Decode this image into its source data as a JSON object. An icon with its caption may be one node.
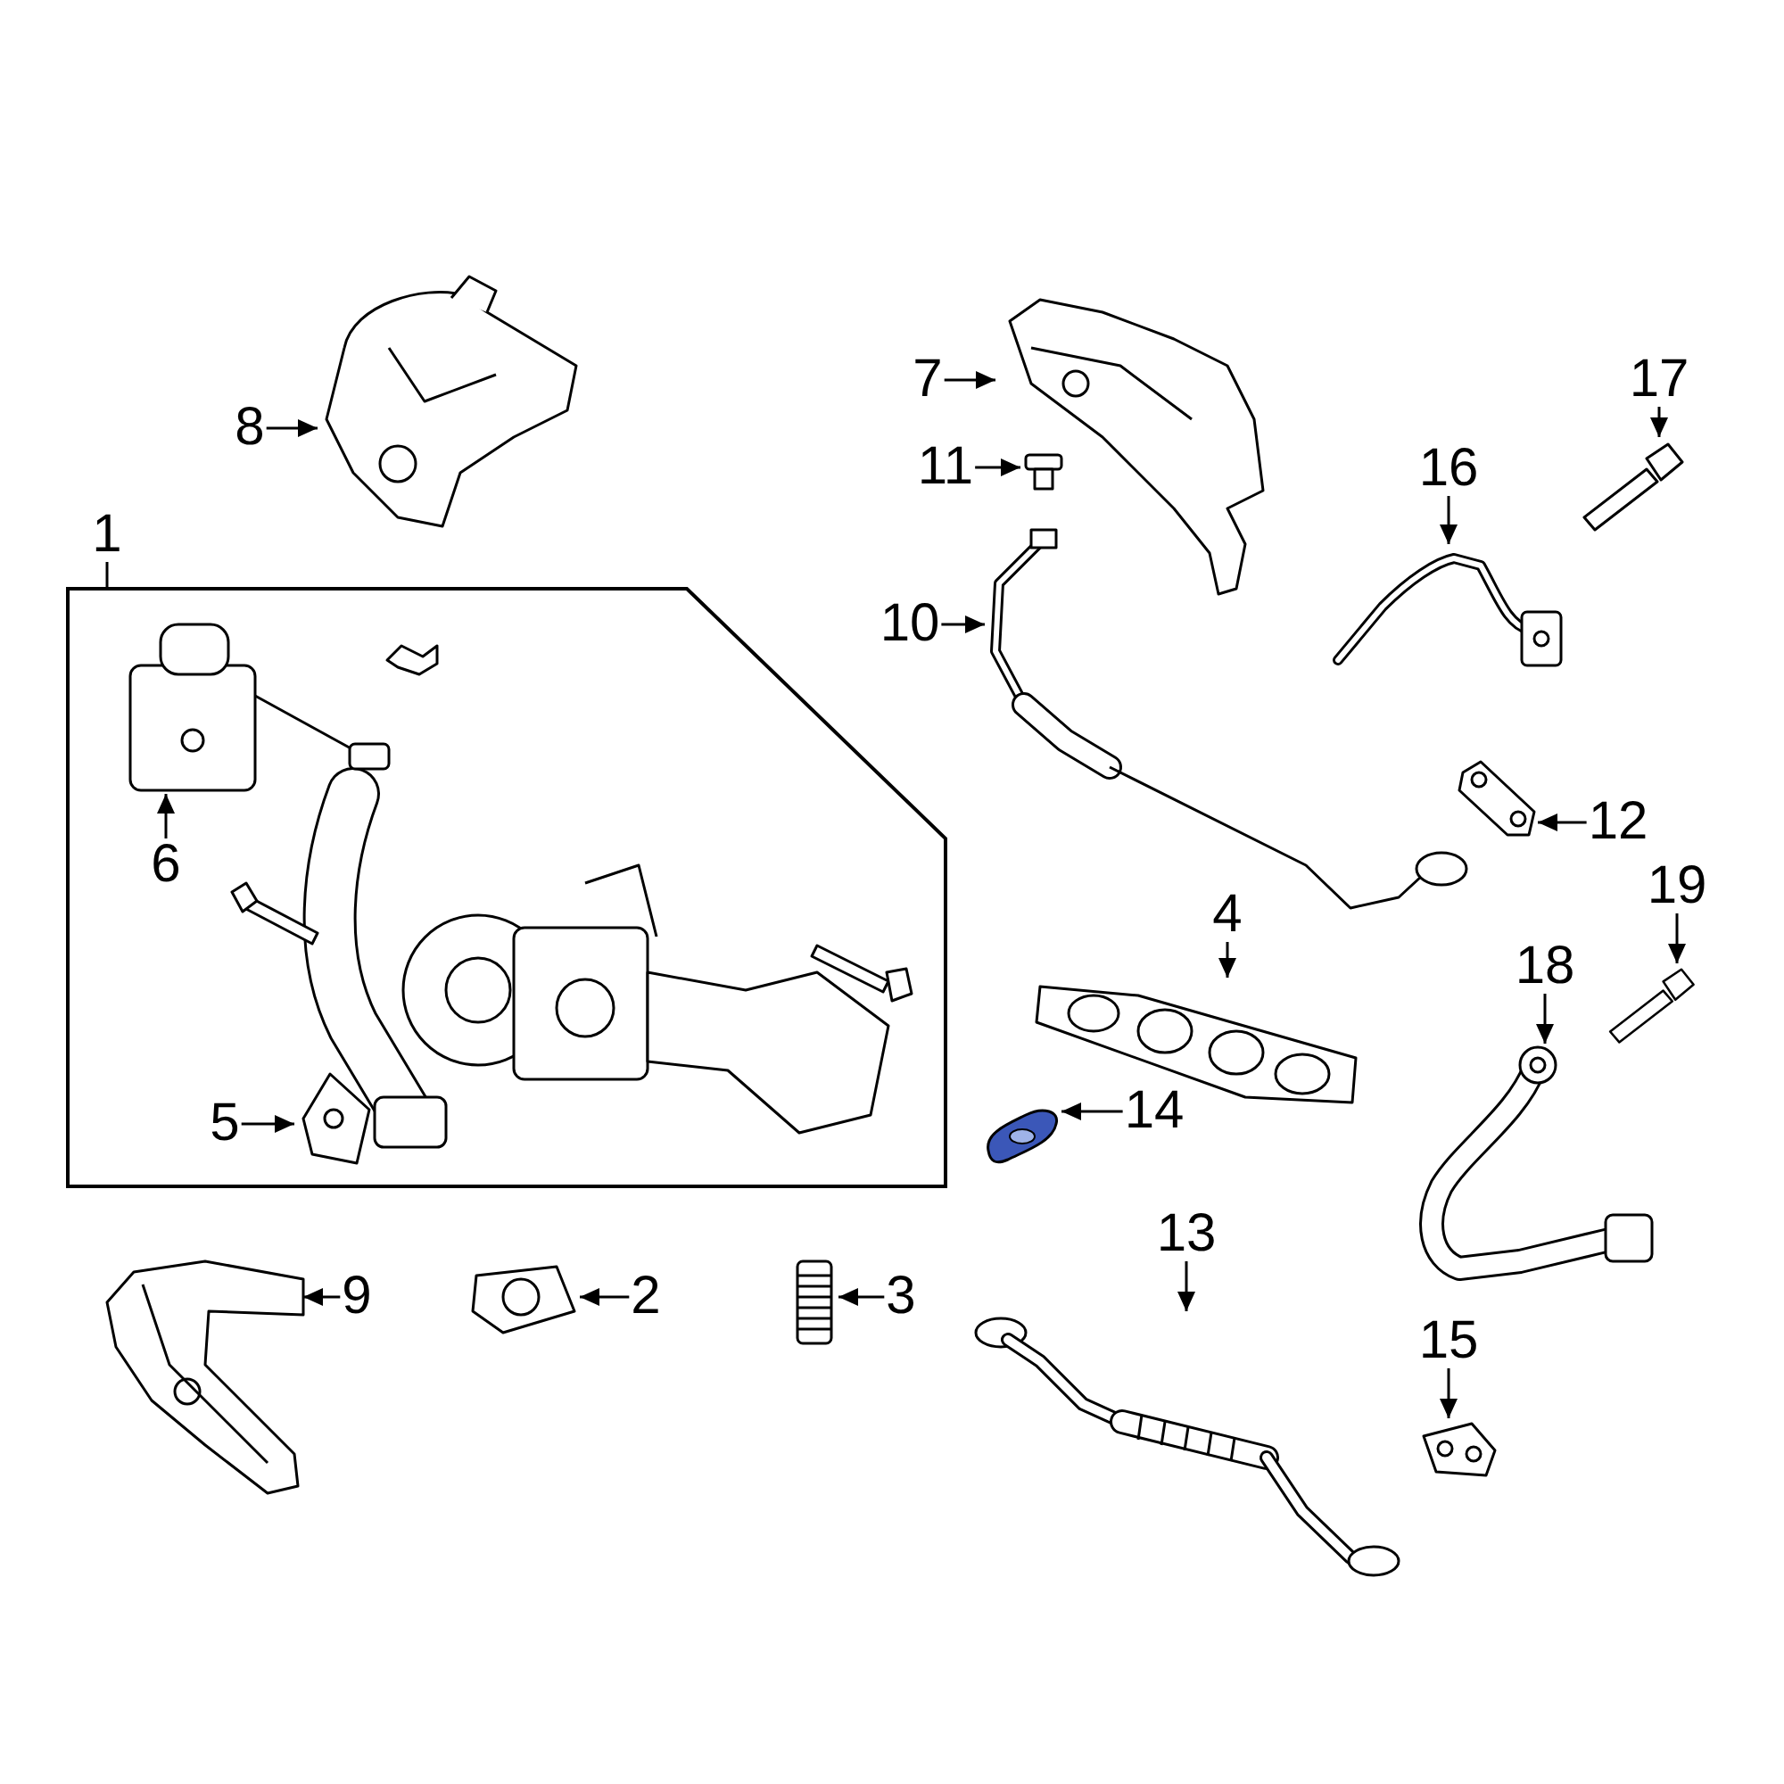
{
  "diagram": {
    "nodes": [
      {
        "text": [
          "8"
        ]
      },
      {
        "text": [],
        "shape": "picture"
      },
      {
        "text": [
          "7"
        ]
      },
      {
        "text": [],
        "shape": "picture"
      },
      {
        "text": [
          "17"
        ]
      },
      {
        "text": [],
        "shape": "picture"
      },
      {
        "text": [
          "11"
        ]
      },
      {
        "text": [],
        "shape": "picture"
      },
      {
        "text": [
          "16"
        ]
      },
      {
        "text": [],
        "shape": "picture"
      },
      {
        "text": [
          "1"
        ]
      },
      {
        "text": [],
        "shape": "box"
      },
      {
        "text": [
          "10"
        ]
      },
      {
        "text": [],
        "shape": "picture"
      },
      {
        "text": [
          "6"
        ],
        "in": 11
      },
      {
        "text": [],
        "shape": "picture",
        "in": 11
      },
      {
        "text": [
          "12"
        ]
      },
      {
        "text": [],
        "shape": "picture"
      },
      {
        "text": [
          "4"
        ]
      },
      {
        "text": [],
        "shape": "picture"
      },
      {
        "text": [
          "19"
        ]
      },
      {
        "text": [],
        "shape": "picture"
      },
      {
        "text": [
          "18"
        ]
      },
      {
        "text": [],
        "shape": "picture"
      },
      {
        "text": [
          "5"
        ],
        "in": 11
      },
      {
        "text": [],
        "shape": "picture",
        "in": 11
      },
      {
        "text": [
          "14"
        ]
      },
      {
        "text": [],
        "shape": "picture"
      },
      {
        "text": [
          "9"
        ]
      },
      {
        "text": [],
        "shape": "picture"
      },
      {
        "text": [
          "2"
        ]
      },
      {
        "text": [],
        "shape": "picture"
      },
      {
        "text": [
          "3"
        ]
      },
      {
        "text": [],
        "shape": "picture"
      },
      {
        "text": [
          "13"
        ]
      },
      {
        "text": [],
        "shape": "picture"
      },
      {
        "text": [
          "15"
        ]
      },
      {
        "text": [],
        "shape": "picture"
      }
    ],
    "edges": [
      {
        "from": 0,
        "to": 1,
        "arrow": "to"
      },
      {
        "from": 2,
        "to": 3,
        "arrow": "to"
      },
      {
        "from": 4,
        "to": 5,
        "arrow": "to"
      },
      {
        "from": 6,
        "to": 7,
        "arrow": "to"
      },
      {
        "from": 8,
        "to": 9,
        "arrow": "to"
      },
      {
        "from": 10,
        "to": 11,
        "arrow": "none"
      },
      {
        "from": 12,
        "to": 13,
        "arrow": "to"
      },
      {
        "from": 14,
        "to": 15,
        "arrow": "to"
      },
      {
        "from": 16,
        "to": 17,
        "arrow": "to"
      },
      {
        "from": 18,
        "to": 19,
        "arrow": "to"
      },
      {
        "from": 20,
        "to": 21,
        "arrow": "to"
      },
      {
        "from": 22,
        "to": 23,
        "arrow": "to"
      },
      {
        "from": 24,
        "to": 25,
        "arrow": "to"
      },
      {
        "from": 26,
        "to": 27,
        "arrow": "to"
      },
      {
        "from": 28,
        "to": 29,
        "arrow": "to"
      },
      {
        "from": 30,
        "to": 31,
        "arrow": "to"
      },
      {
        "from": 32,
        "to": 33,
        "arrow": "to"
      },
      {
        "from": 34,
        "to": 35,
        "arrow": "to"
      },
      {
        "from": 36,
        "to": 37,
        "arrow": "to"
      }
    ]
  }
}
